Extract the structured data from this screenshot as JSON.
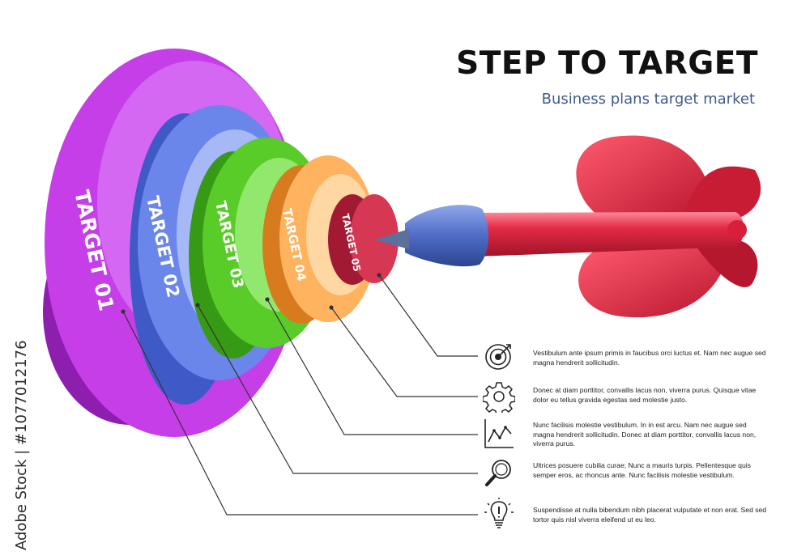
{
  "title": "STEP TO TARGET",
  "subtitle": "Business plans target market",
  "watermark": "Adobe Stock | #1077012176",
  "targets": [
    {
      "label": "TARGET 01",
      "color": "#b22fd6",
      "face": "#cc48ee",
      "description": "Suspendisse at nulla bibendum nibh placerat vulputate et non erat. Sed sed tortor quis nisl viverra eleifend ut eu leo.",
      "icon": "lightbulb-icon"
    },
    {
      "label": "TARGET 02",
      "color": "#5570dc",
      "face": "#7e97f0",
      "description": "Ultrices posuere cubilia curae; Nunc a mauris turpis. Pellentesque quis semper eros, ac rhoncus ante. Nunc facilisis molestie vestibulum.",
      "icon": "magnifier-icon"
    },
    {
      "label": "TARGET 03",
      "color": "#47b81e",
      "face": "#68d93a",
      "description": "Nunc facilisis molestie vestibulum. In in est arcu. Nam nec augue sed magna hendrerit sollicitudin. Donec at diam porttitor, convallis lacus non, viverra purus.",
      "icon": "line-chart-icon"
    },
    {
      "label": "TARGET 04",
      "color": "#f09a3c",
      "face": "#ffc27a",
      "description": "Donec at diam porttitor, convallis lacus non, viverra purus. Quisque vitae dolor eu tellus gravida egestas sed molestie justo.",
      "icon": "gear-icon"
    },
    {
      "label": "TARGET 05",
      "color": "#c8243e",
      "face": "#e0435e",
      "description": "Vestibulum ante ipsum primis in faucibus orci luctus et. Nam nec augue sed magna hendrerit sollicitudin.",
      "icon": "target-icon"
    }
  ]
}
